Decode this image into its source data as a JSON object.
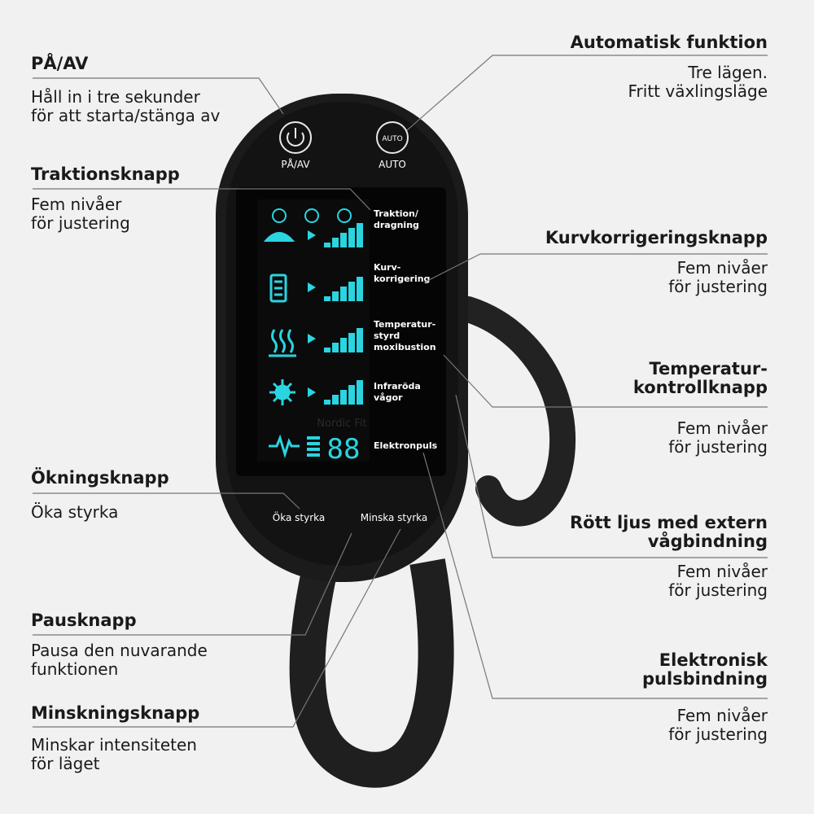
{
  "colors": {
    "background": "#f1f1f1",
    "device_body": "#1b1b1b",
    "screen": "#050505",
    "lcd": "#2ad4e0",
    "callout_line": "#777777"
  },
  "device": {
    "power_label": "PÅ/AV",
    "auto_label": "AUTO",
    "auto_icon_text": "AUTO",
    "increase_label": "Öka styrka",
    "decrease_label": "Minska styrka",
    "watermark": "Nordic Fit",
    "display_digits": "88",
    "modes": [
      {
        "icon": "traction-icon",
        "label_lines": [
          "Traktion/",
          "dragning"
        ],
        "level": 5
      },
      {
        "icon": "spine-icon",
        "label_lines": [
          "Kurv-",
          "korrigering"
        ],
        "level": 5
      },
      {
        "icon": "heat-icon",
        "label_lines": [
          "Temperatur-",
          "styrd",
          "moxibustion"
        ],
        "level": 5
      },
      {
        "icon": "sun-icon",
        "label_lines": [
          "Infraröda",
          "vågor"
        ],
        "level": 5
      },
      {
        "icon": "pulse-icon",
        "label_lines": [
          "Elektronpuls"
        ],
        "level": null
      }
    ]
  },
  "callouts_left": [
    {
      "title": "PÅ/AV",
      "lines": [
        "Håll in i tre sekunder",
        "för att starta/stänga av"
      ]
    },
    {
      "title": "Traktionsknapp",
      "lines": [
        "Fem nivåer",
        "för justering"
      ]
    },
    {
      "title": "Ökningsknapp",
      "lines": [
        "Öka styrka"
      ]
    },
    {
      "title": "Pausknapp",
      "lines": [
        "Pausa den nuvarande",
        "funktionen"
      ]
    },
    {
      "title": "Minskningsknapp",
      "lines": [
        "Minskar intensiteten",
        "för läget"
      ]
    }
  ],
  "callouts_right": [
    {
      "title_lines": [
        "Automatisk funktion"
      ],
      "lines": [
        "Tre lägen.",
        "Fritt växlingsläge"
      ]
    },
    {
      "title_lines": [
        "Kurvkorrigeringsknapp"
      ],
      "lines": [
        "Fem nivåer",
        "för justering"
      ]
    },
    {
      "title_lines": [
        "Temperatur-",
        "kontrollknapp"
      ],
      "lines": [
        "Fem nivåer",
        "för justering"
      ]
    },
    {
      "title_lines": [
        "Rött ljus med extern",
        "vågbindning"
      ],
      "lines": [
        "Fem nivåer",
        "för justering"
      ]
    },
    {
      "title_lines": [
        "Elektronisk",
        "pulsbindning"
      ],
      "lines": [
        "Fem nivåer",
        "för justering"
      ]
    }
  ]
}
